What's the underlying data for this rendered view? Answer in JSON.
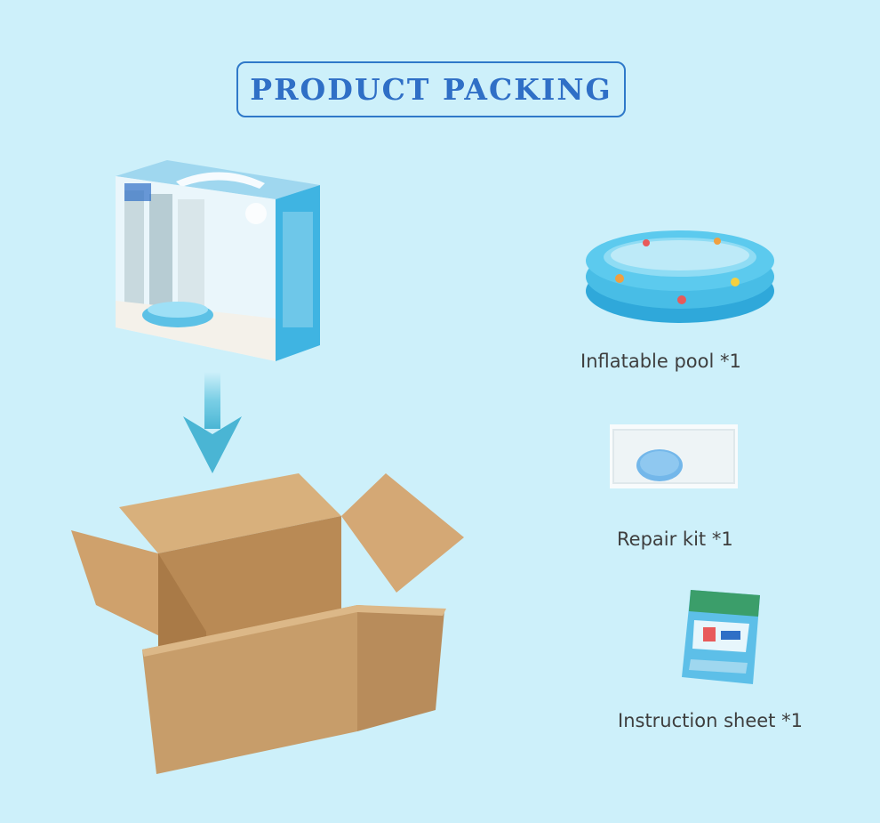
{
  "header": {
    "title": "PRODUCT PACKING"
  },
  "items": [
    {
      "label": "Inflatable pool *1",
      "icon": "inflatable-pool-icon"
    },
    {
      "label": "Repair kit *1",
      "icon": "repair-kit-icon"
    },
    {
      "label": "Instruction sheet *1",
      "icon": "instruction-sheet-icon"
    }
  ],
  "colors": {
    "background": "#cdf0fa",
    "accent": "#2f6fc6",
    "arrow": "#56c0dc",
    "cardboard": "#c79d6a"
  }
}
